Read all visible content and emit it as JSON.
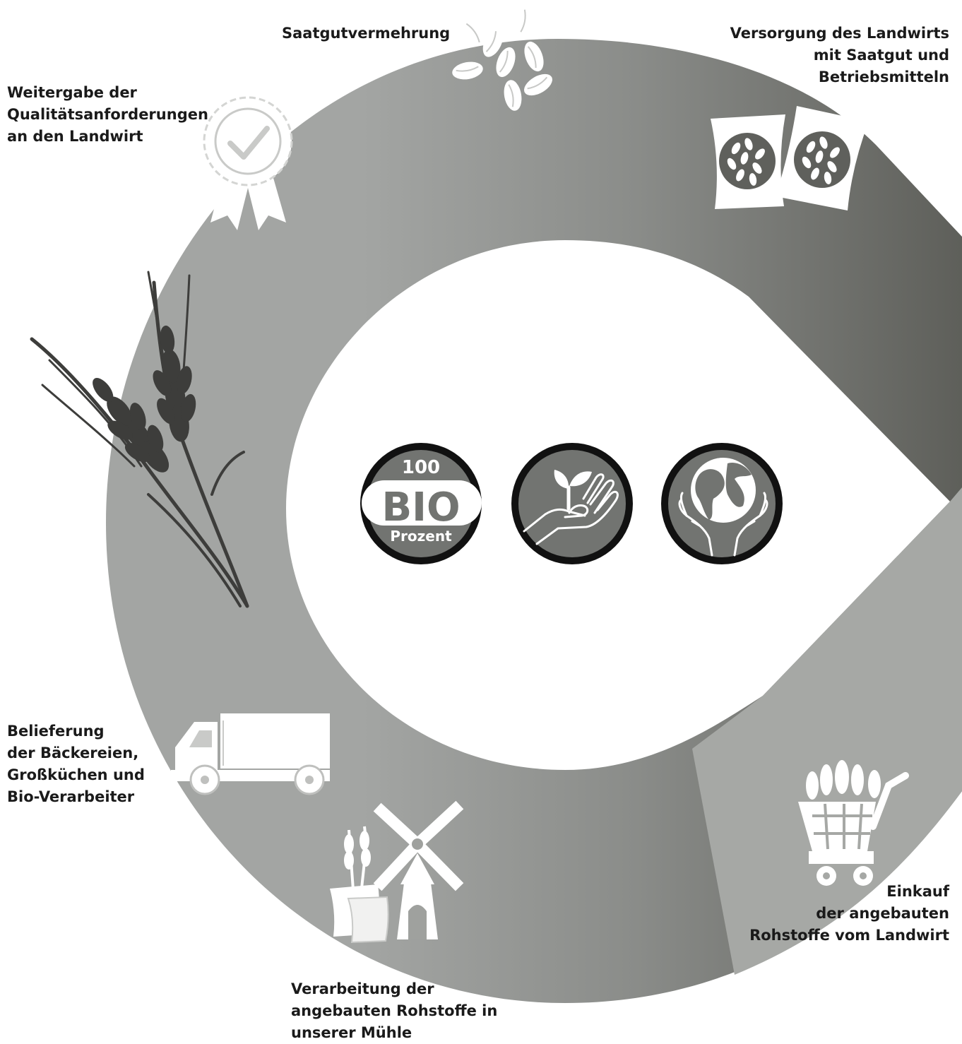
{
  "colors": {
    "ring_light": "#a3a5a3",
    "ring_dark": "#5e5f5a",
    "badge_border": "#111111",
    "badge_fill": "#727471",
    "icon": "#ffffff",
    "wheat": "#3d3d3b",
    "text": "#1a1a1a"
  },
  "labels": {
    "seed_multiplication": "Saatgutvermehrung",
    "farmer_supply": [
      "Versorgung des Landwirts",
      "mit Saatgut und",
      "Betriebsmitteln"
    ],
    "quality_requirements": [
      "Weitergabe der",
      "Qualitätsanforderungen",
      "an den Landwirt"
    ],
    "delivery": [
      "Belieferung",
      "der Bäckereien,",
      "Großküchen und",
      "Bio-Verarbeiter"
    ],
    "purchase": [
      "Einkauf",
      "der angebauten",
      "Rohstoffe vom Landwirt"
    ],
    "processing": [
      "Verarbeitung der",
      "angebauten Rohstoffe in",
      "unserer Mühle"
    ]
  },
  "badges": {
    "bio": {
      "top": "100",
      "main": "BIO",
      "bottom": "Prozent"
    },
    "icons": [
      "bio-100-icon",
      "seedling-hand-icon",
      "globe-hands-icon"
    ]
  },
  "cycle_icons": [
    "seeds-icon",
    "seed-bags-icon",
    "cart-icon",
    "windmill-icon",
    "truck-icon",
    "wheat-icon",
    "award-icon"
  ]
}
